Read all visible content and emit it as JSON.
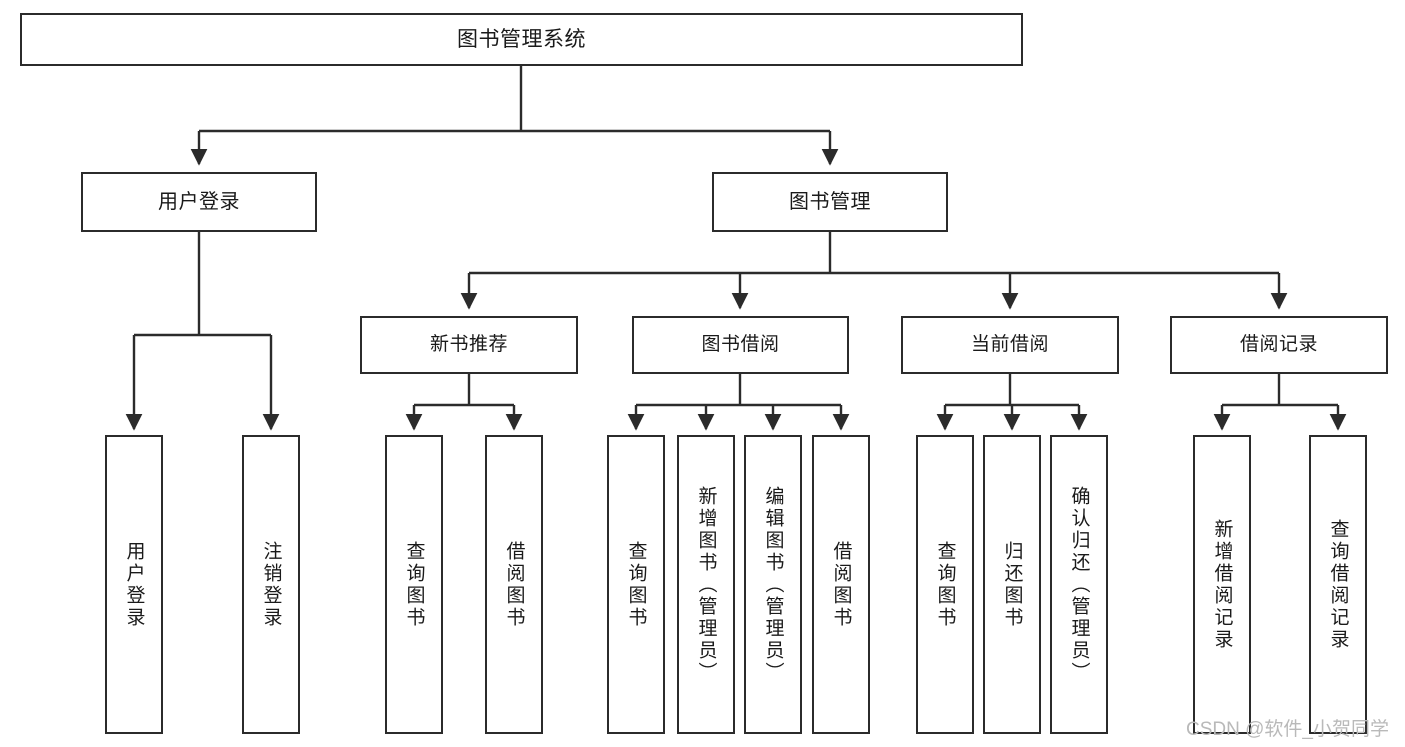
{
  "diagram": {
    "type": "tree",
    "title": "图书管理系统",
    "root": {
      "label": "图书管理系统"
    },
    "level2": [
      {
        "label": "用户登录"
      },
      {
        "label": "图书管理"
      }
    ],
    "level3": [
      {
        "label": "新书推荐"
      },
      {
        "label": "图书借阅"
      },
      {
        "label": "当前借阅"
      },
      {
        "label": "借阅记录"
      }
    ],
    "leaves_user_login": [
      {
        "label": "用户登录"
      },
      {
        "label": "注销登录"
      }
    ],
    "leaves_new_book": [
      {
        "label": "查询图书"
      },
      {
        "label": "借阅图书"
      }
    ],
    "leaves_borrow": [
      {
        "label": "查询图书"
      },
      {
        "label": "新增图书（管理员）"
      },
      {
        "label": "编辑图书（管理员）"
      },
      {
        "label": "借阅图书"
      }
    ],
    "leaves_current": [
      {
        "label": "查询图书"
      },
      {
        "label": "归还图书"
      },
      {
        "label": "确认归还（管理员）"
      }
    ],
    "leaves_record": [
      {
        "label": "新增借阅记录"
      },
      {
        "label": "查询借阅记录"
      }
    ]
  },
  "watermark": {
    "text": "CSDN @软件_小贺同学"
  },
  "colors": {
    "stroke": "#2b2b2b",
    "fill": "#ffffff",
    "text": "#1a1a1a",
    "watermark": "#b9b9b9"
  }
}
